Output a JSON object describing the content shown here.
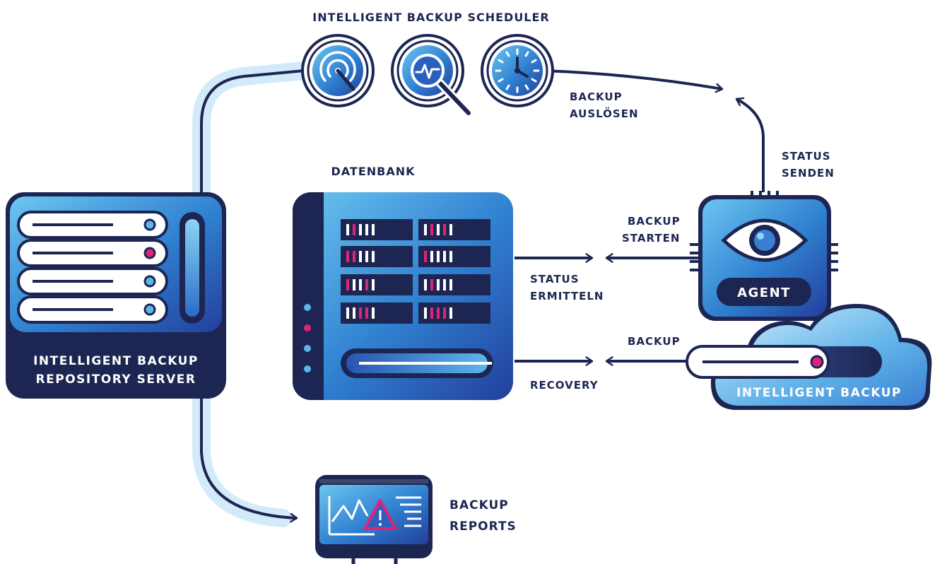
{
  "scheduler": {
    "title": "INTELLIGENT BACKUP SCHEDULER",
    "icons": [
      "radar-icon",
      "magnifier-icon",
      "clock-icon"
    ]
  },
  "server": {
    "label_line1": "INTELLIGENT BACKUP",
    "label_line2": "REPOSITORY SERVER"
  },
  "database": {
    "title": "DATENBANK"
  },
  "agent": {
    "label": "AGENT"
  },
  "cloud": {
    "label": "INTELLIGENT BACKUP"
  },
  "reports": {
    "label_line1": "BACKUP",
    "label_line2": "REPORTS"
  },
  "flows": {
    "backup_ausloesen_1": "BACKUP",
    "backup_ausloesen_2": "AUSLÖSEN",
    "status_senden_1": "STATUS",
    "status_senden_2": "SENDEN",
    "backup_starten_1": "BACKUP",
    "backup_starten_2": "STARTEN",
    "status_ermitteln_1": "STATUS",
    "status_ermitteln_2": "ERMITTELN",
    "backup": "BACKUP",
    "recovery": "RECOVERY"
  },
  "colors": {
    "navy": "#1d2652",
    "blue": "#2f7fd0",
    "light_blue": "#5bb6ea",
    "magenta": "#e0237a"
  }
}
